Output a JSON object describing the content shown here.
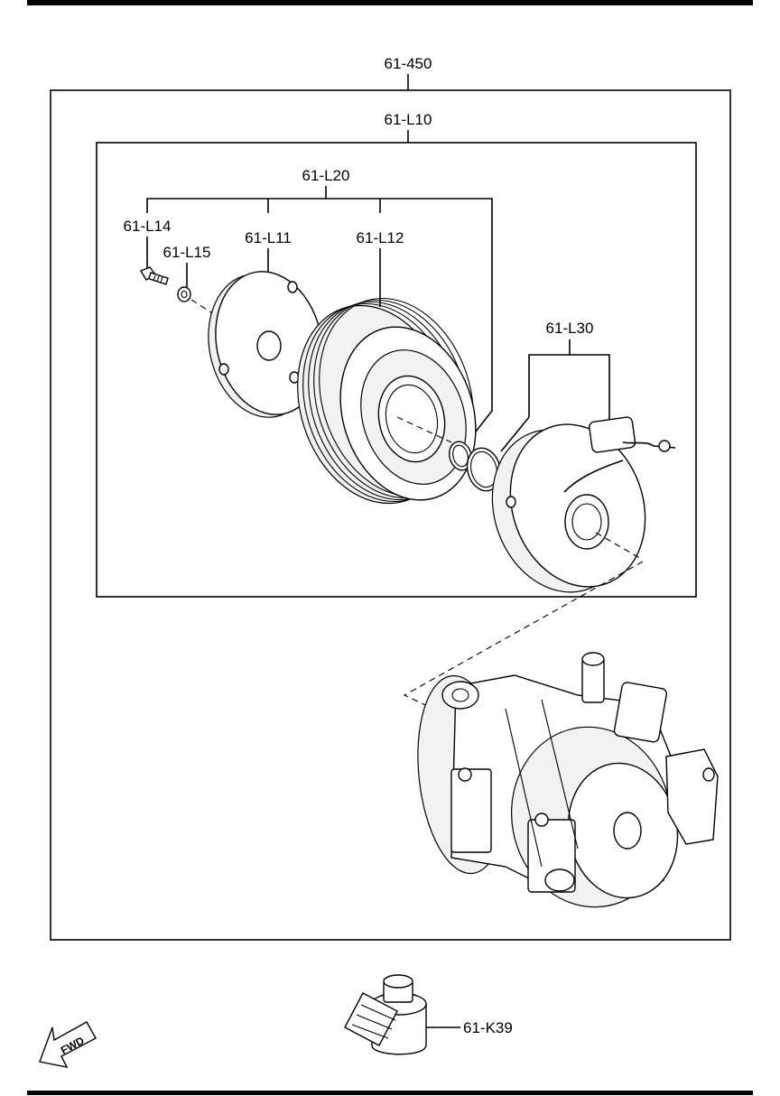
{
  "labels": {
    "assembly": "61-450",
    "clutch_set": "61-L10",
    "pulley_set": "61-L20",
    "bolt": "61-L14",
    "washer": "61-L15",
    "hub": "61-L11",
    "pulley": "61-L12",
    "field_coil": "61-L30",
    "sensor": "61-K39",
    "fwd": "FWD"
  },
  "icons": [
    "bolt-icon",
    "washer-icon",
    "hub-plate-icon",
    "pulley-icon",
    "snap-ring-icon",
    "field-coil-icon",
    "compressor-icon",
    "sensor-icon",
    "fwd-arrow-icon"
  ]
}
